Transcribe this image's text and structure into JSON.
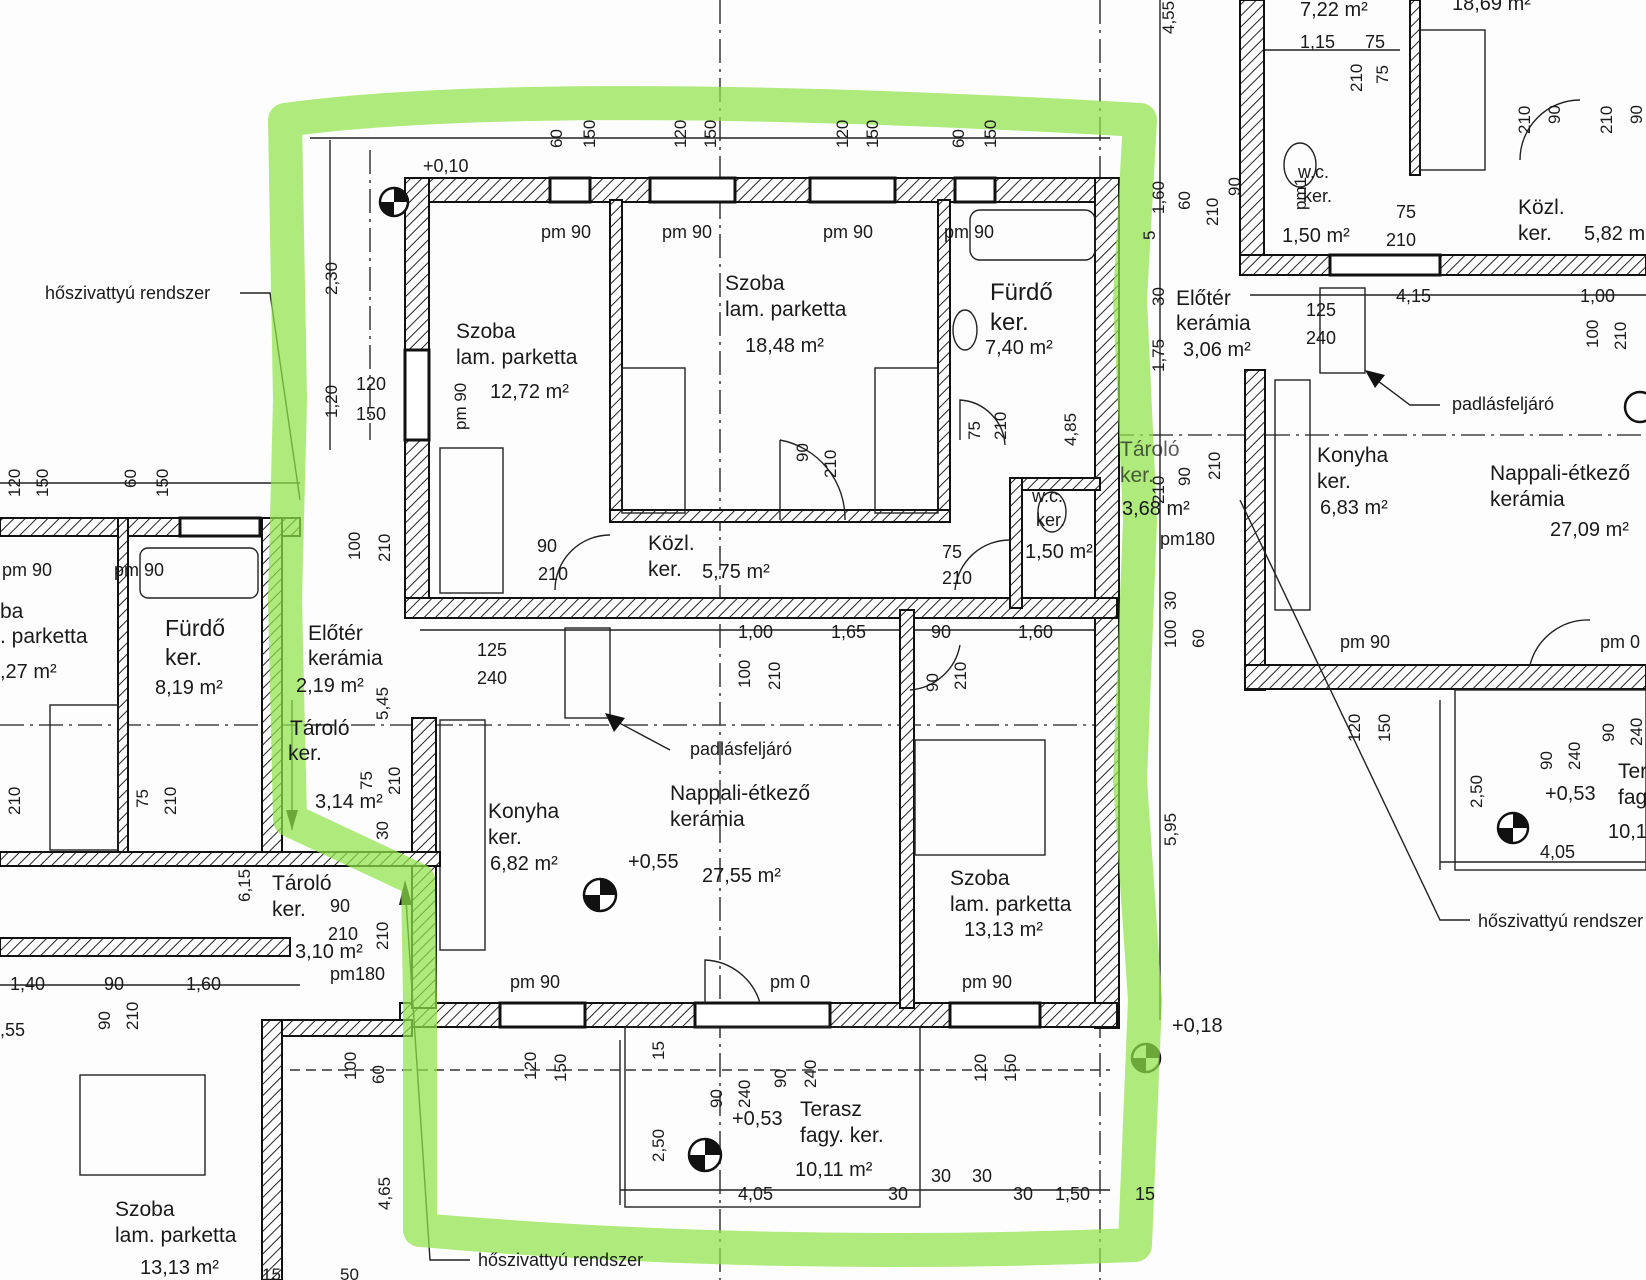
{
  "plan": {
    "annotations": {
      "heat_pump_1": "hőszivattyú rendszer",
      "heat_pump_2": "hőszivattyú rendszer",
      "heat_pump_3": "hőszivattyú rendszer",
      "attic_1": "padlásfeljáró",
      "attic_2": "padlásfeljáró",
      "level_top": "+0,10",
      "level_living": "+0,55",
      "level_terrace": "+0,53",
      "level_terrace_r": "+0,53",
      "level_corner": "+0,18"
    },
    "rooms": {
      "room_a": {
        "name": "Szoba",
        "floor": "lam. parketta",
        "area": "12,72 m²"
      },
      "room_b": {
        "name": "Szoba",
        "floor": "lam. parketta",
        "area": "18,48 m²"
      },
      "bath": {
        "name": "Fürdő",
        "floor": "ker.",
        "area": "7,40 m²"
      },
      "wc": {
        "name": "w.c.",
        "floor": "ker.",
        "area": "1,50 m²"
      },
      "hall": {
        "name": "Közl.",
        "floor": "ker.",
        "area": "5,75 m²"
      },
      "entry": {
        "name": "Előtér",
        "floor": "kerámia",
        "area": "2,19 m²"
      },
      "storage_a": {
        "name": "Tároló",
        "floor": "ker.",
        "area": "3,14 m²"
      },
      "storage_b": {
        "name": "Tároló",
        "floor": "ker.",
        "area": "3,10 m²"
      },
      "kitchen": {
        "name": "Konyha",
        "floor": "ker.",
        "area": "6,82 m²"
      },
      "living": {
        "name": "Nappali-étkező",
        "floor": "kerámia",
        "area": "27,55 m²"
      },
      "room_c": {
        "name": "Szoba",
        "floor": "lam. parketta",
        "area": "13,13 m²"
      },
      "terrace": {
        "name": "Terasz",
        "floor": "fagy. ker.",
        "area": "10,11 m²"
      },
      "l_bath": {
        "name": "Fürdő",
        "floor": "ker.",
        "area": "8,19 m²"
      },
      "l_room_top": {
        "name": "ba",
        "floor": ". parketta",
        "area": ",27 m²"
      },
      "l_room_bottom": {
        "name": "Szoba",
        "floor": "lam. parketta",
        "area": "13,13 m²"
      },
      "r_entry": {
        "name": "Előtér",
        "floor": "kerámia",
        "area": "3,06 m²"
      },
      "r_storage": {
        "name": "Tároló",
        "floor": "ker.",
        "area": "3,68 m²"
      },
      "r_wc": {
        "name": "w.c.",
        "floor": "ker.",
        "area": "1,50 m²"
      },
      "r_hall": {
        "name": "Közl.",
        "floor": "ker.",
        "area": "5,82 m"
      },
      "r_kitchen": {
        "name": "Konyha",
        "floor": "ker.",
        "area": "6,83 m²"
      },
      "r_living": {
        "name": "Nappali-étkező",
        "floor": "kerámia",
        "area": "27,09 m²"
      },
      "r_terrace": {
        "name": "Ter",
        "floor": "fag",
        "area": "10,1"
      },
      "r_top_a": {
        "area": "7,22 m²"
      },
      "r_top_b": {
        "area": "18,69 m²"
      }
    },
    "dimensions": {
      "top_60a": "60",
      "top_150a": "150",
      "top_120a": "120",
      "top_150b": "150",
      "top_120b": "120",
      "top_150c": "150",
      "top_60b": "60",
      "top_150d": "150",
      "pm90_a": "pm 90",
      "pm90_b": "pm 90",
      "pm90_c": "pm 90",
      "pm90_d": "pm 90",
      "v230": "2,30",
      "v120": "1,20",
      "w120": "120",
      "w150": "150",
      "pm90v": "pm 90",
      "d90": "90",
      "d210": "210",
      "d75": "75",
      "d210b": "210",
      "d90w": "90",
      "d210w": "210",
      "d75w": "75",
      "d210x": "210",
      "d485": "4,85",
      "d5": "5",
      "h100": "1,00",
      "h165": "1,65",
      "h90": "90",
      "h160": "1,60",
      "a125": "125",
      "a240": "240",
      "d100v": "100",
      "d210v": "210",
      "d90v": "90",
      "d210v2": "210",
      "b_pm90a": "pm 90",
      "b_pm0": "pm 0",
      "b_pm90b": "pm 90",
      "r595": "5,95",
      "b120": "120",
      "b150": "150",
      "b15": "15",
      "t90": "90",
      "t240": "240",
      "t90b": "90",
      "t240b": "240",
      "t250": "2,50",
      "t405": "4,05",
      "t30": "30",
      "t30b": "30",
      "t30c": "30",
      "t30d": "30",
      "t150": "1,50",
      "t15": "15",
      "b120b": "120",
      "b150b": "150",
      "e100": "100",
      "e210": "210",
      "e545": "5,45",
      "e75": "75",
      "e210b": "210",
      "e30": "30",
      "e90": "90",
      "e210c": "210",
      "e210d": "210",
      "pm180": "pm180",
      "e615": "6,15",
      "e465": "4,65",
      "e100b": "100",
      "e60": "60",
      "l120": "120",
      "l150": "150",
      "l60": "60",
      "l150b": "150",
      "l_pm90": "pm 90",
      "l_pm90b": "pm 90",
      "l140": "1,40",
      "l90": "90",
      "l160": "1,60",
      "l55": ",55",
      "l90v": "90",
      "l210v": "210",
      "l210": "210",
      "l75": "75",
      "l210b": "210",
      "l15": "15",
      "l50": "50",
      "r455": "4,55",
      "r115": "1,15",
      "r75": "75",
      "r210": "210",
      "r75v": "75",
      "r210v": "210",
      "r90": "90",
      "r210c": "210",
      "r90b": "90",
      "r415": "4,15",
      "r100": "1,00",
      "r125": "125",
      "r240": "240",
      "r100v": "100",
      "r210d": "210",
      "r160": "1,60",
      "r60": "60",
      "r175": "1,75",
      "r30": "30",
      "r210e": "210",
      "r90c": "90",
      "r210f": "210",
      "r_pm180": "pm180",
      "r100b": "100",
      "r60b": "60",
      "r_pm90": "pm 90",
      "r_pm0": "pm 0",
      "r120": "120",
      "r150": "150",
      "r250": "2,50",
      "r405": "4,05",
      "r90d": "90",
      "r240b": "240",
      "r90e": "90",
      "r240c": "240",
      "r_pm1": "pm1",
      "r75b": "75",
      "r210g": "210",
      "r30b": "30",
      "r90f": "90",
      "r210h": "210"
    }
  }
}
